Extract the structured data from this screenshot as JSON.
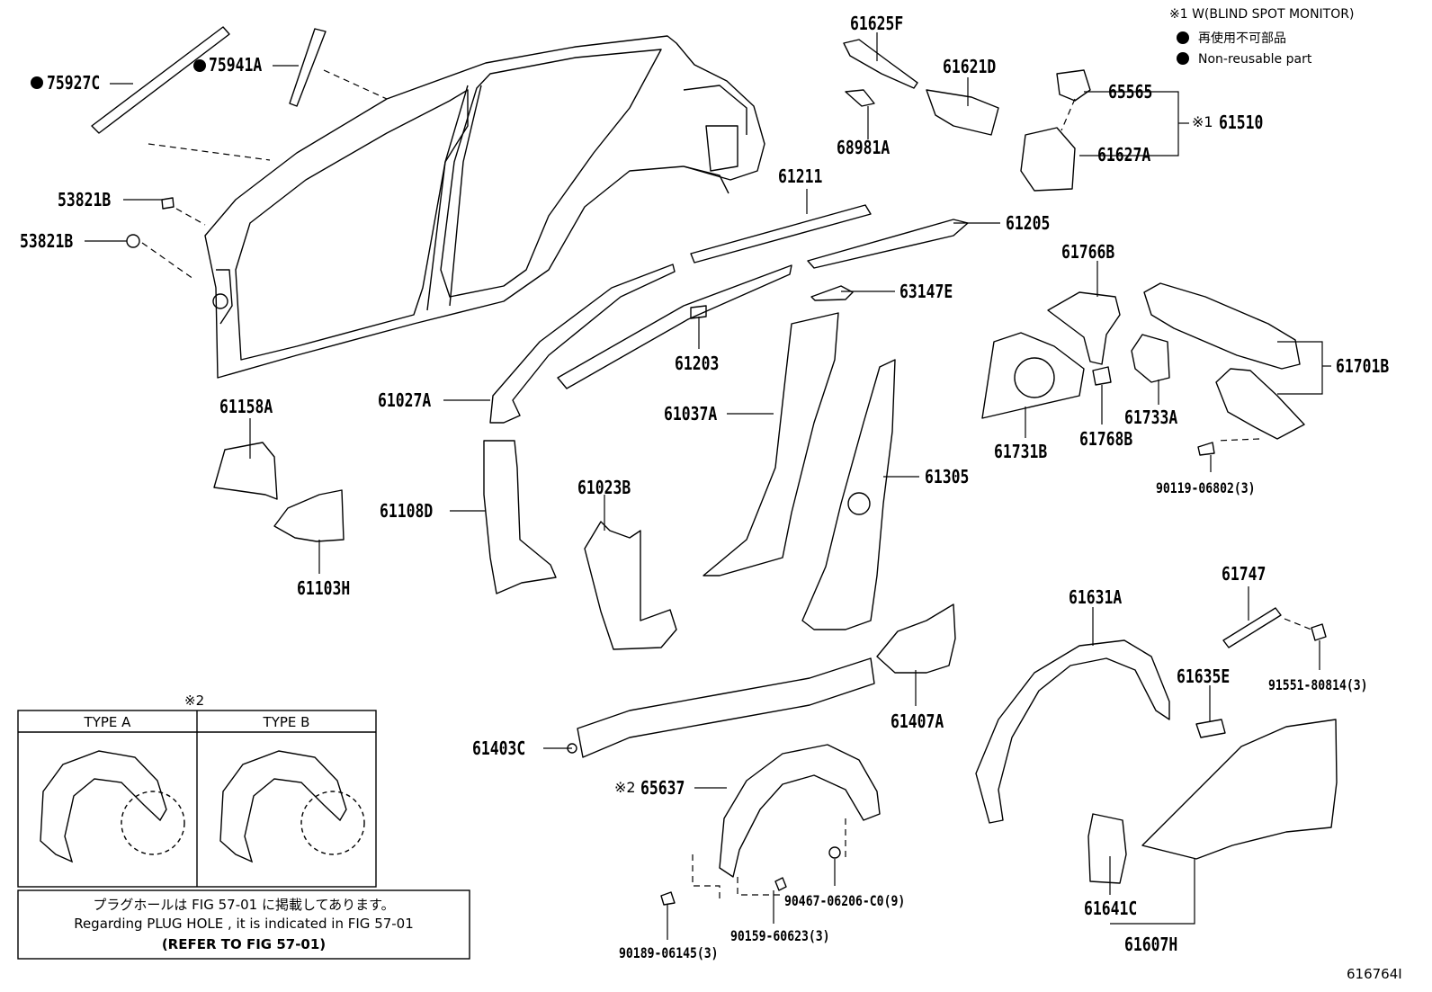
{
  "legend": {
    "note1": "※1 W(BLIND SPOT MONITOR)",
    "note2_jp": "再使用不可部品",
    "note2_en": "Non-reusable part"
  },
  "labels": {
    "p75927C": "75927C",
    "p75941A": "75941A",
    "p53821B_a": "53821B",
    "p53821B_b": "53821B",
    "p61625F": "61625F",
    "p61621D": "61621D",
    "p68981A": "68981A",
    "p65565": "65565",
    "p61510": "61510",
    "p61510_prefix": "※1",
    "p61627A": "61627A",
    "p61211": "61211",
    "p61205": "61205",
    "p63147E": "63147E",
    "p61203": "61203",
    "p61027A": "61027A",
    "p61158A": "61158A",
    "p61103H": "61103H",
    "p61108D": "61108D",
    "p61023B": "61023B",
    "p61037A": "61037A",
    "p61305": "61305",
    "p61766B": "61766B",
    "p61701B": "61701B",
    "p61731B": "61731B",
    "p61768B": "61768B",
    "p61733A": "61733A",
    "p90119": "90119-06802(3)",
    "p61747": "61747",
    "p91551": "91551-80814(3)",
    "p61631A": "61631A",
    "p61635E": "61635E",
    "p61407A": "61407A",
    "p61403C": "61403C",
    "p65637": "65637",
    "p65637_prefix": "※2",
    "p90467": "90467-06206-C0(9)",
    "p90159": "90159-60623(3)",
    "p90189": "90189-06145(3)",
    "p61641C": "61641C",
    "p61607H": "61607H",
    "figure_id": "616764I"
  },
  "type_table": {
    "marker": "※2",
    "type_a": "TYPE A",
    "type_b": "TYPE B"
  },
  "plug_note": {
    "line1": "プラグホールは FIG 57-01 に掲載してあります。",
    "line2": "Regarding  PLUG  HOLE , it is indicated in FIG  57-01",
    "line3": "(REFER TO FIG 57-01)"
  }
}
